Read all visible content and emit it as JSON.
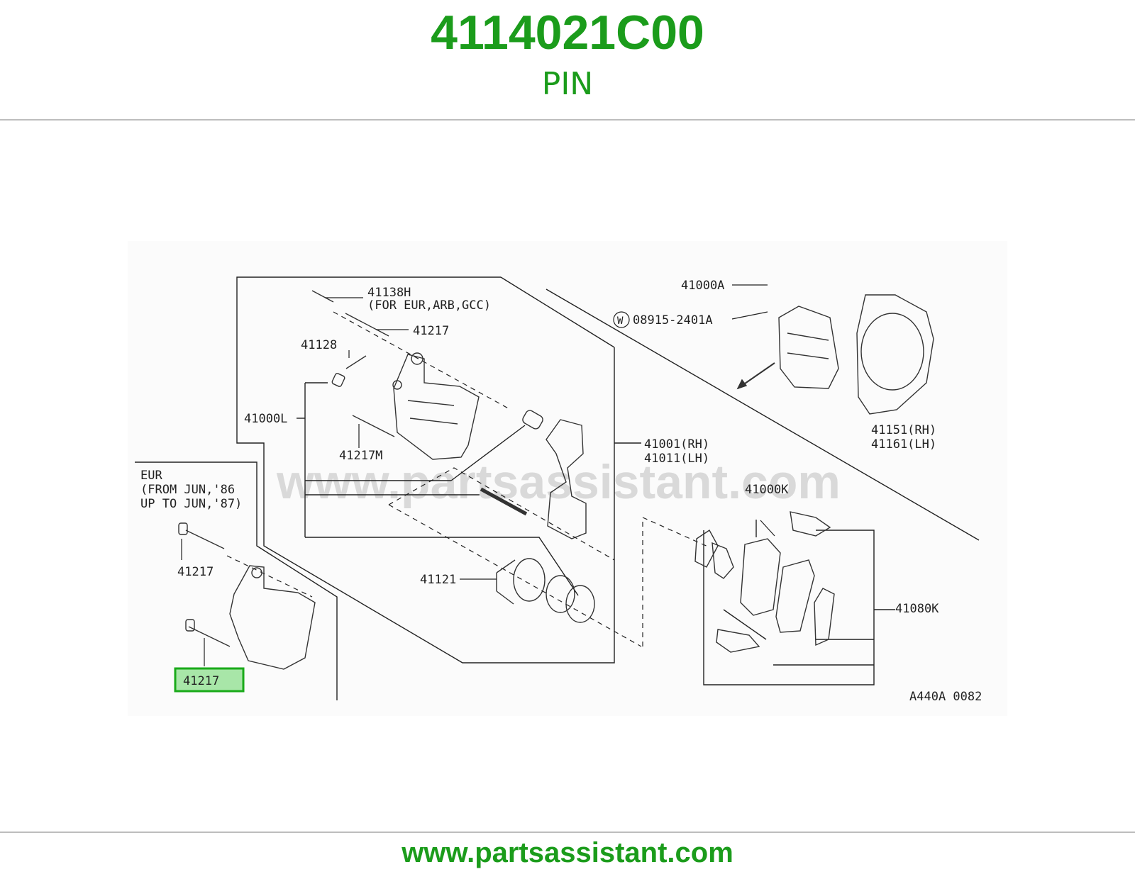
{
  "header": {
    "part_number": "4114021C00",
    "part_name": "PIN"
  },
  "diagram": {
    "watermark": "www.partsassistant.com",
    "callouts": {
      "p41138h": "41138H",
      "p41138h_note": "(FOR EUR,ARB,GCC)",
      "p41217_top": "41217",
      "p41128": "41128",
      "p41000l": "41000L",
      "p41217m": "41217M",
      "p41121": "41121",
      "p41001": "41001(RH)",
      "p41011": "41011(LH)",
      "p41000a": "41000A",
      "w_symbol": "W",
      "p08915": "08915-2401A",
      "p41151": "41151(RH)",
      "p41161": "41161(LH)",
      "p41000k": "41000K",
      "p41080k": "41080K",
      "eur": "EUR",
      "eur_from": "(FROM JUN,'86",
      "eur_upto": "UP TO JUN,'87)",
      "p41217_eur1": "41217",
      "p41217_highlight": "41217",
      "ref_code": "A440A 0082"
    },
    "highlight_color": "#1aaa1a"
  },
  "footer": {
    "url": "www.partsassistant.com"
  },
  "colors": {
    "brand_green": "#1b9c1b",
    "rule_gray": "#bdbdbd"
  }
}
